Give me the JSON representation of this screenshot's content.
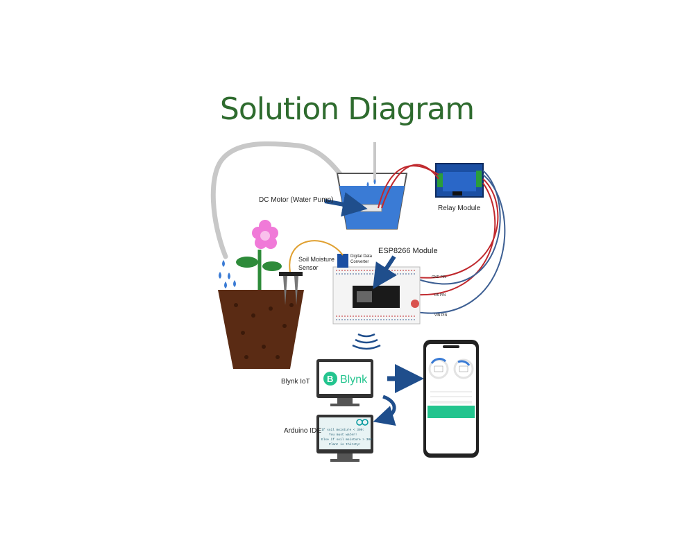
{
  "title": "Solution Diagram",
  "labels": {
    "pump": "DC Motor (Water Pump)",
    "relay": "Relay Module",
    "esp": "ESP8266 Module",
    "soil_line1": "Soil Moisture",
    "soil_line2": "Sensor",
    "converter_line1": "Digital Data",
    "converter_line2": "Converter",
    "gnd": "GND PIN",
    "d5": "D5 PIN",
    "vin": "VIN PIN",
    "blynk_iot": "Blynk IoT",
    "arduino_ide": "Arduino IDE",
    "blynk_logo_letter": "B",
    "blynk_logo_word": "Blynk"
  },
  "code_lines": [
    "If soil moisture < 300:",
    "You must water!",
    "Else if soil moisture > 300:",
    "Plant is thirsty!"
  ],
  "colors": {
    "title": "#2e6b2e",
    "water": "#3a7bd5",
    "arrow": "#1f4e8c",
    "wire_red": "#c0282d",
    "wire_blue": "#3d5f93",
    "soil": "#5a2b14",
    "leaf": "#2e8b3a",
    "flower": "#f07ad8",
    "blynk": "#23c48e"
  }
}
